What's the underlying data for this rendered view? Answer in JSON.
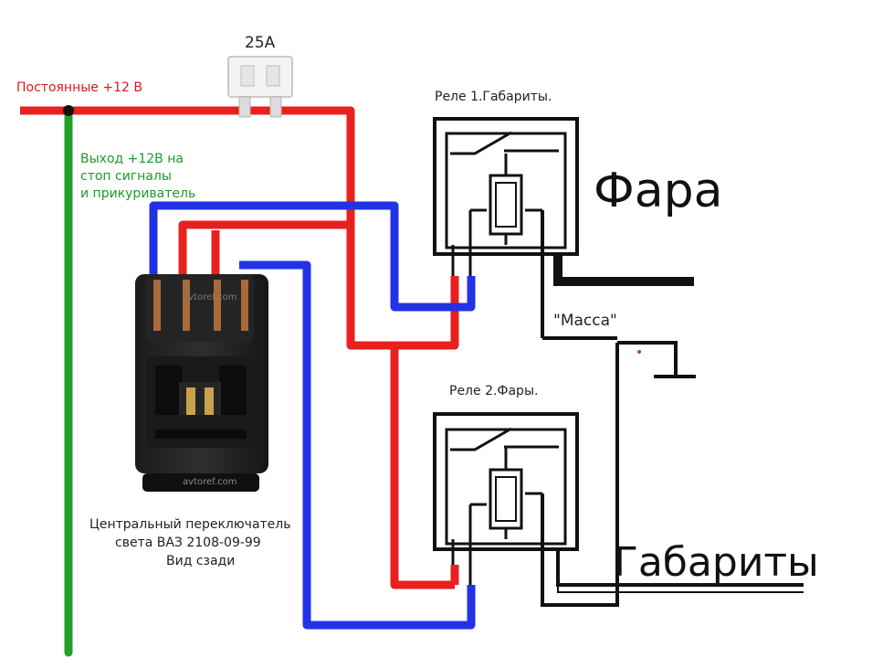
{
  "fuse": {
    "label": "25A"
  },
  "constant_power": {
    "label": "Постоянные +12 В"
  },
  "output": {
    "lines": [
      "Выход +12В на",
      "стоп сигналы",
      "и прикуриватель"
    ]
  },
  "relay1": {
    "label": "Реле 1.Габариты."
  },
  "relay2": {
    "label": "Реле 2.Фары."
  },
  "headlight": {
    "label": "Фара"
  },
  "ground": {
    "label": "\"Масса\""
  },
  "parking": {
    "label": "Габариты"
  },
  "watermark": {
    "label": "avtoref.com"
  },
  "switch_caption": {
    "lines": [
      "Центральный переключатель",
      "света ВАЗ 2108-09-99",
      "Вид сзади"
    ]
  },
  "colors": {
    "red": "#e8201f",
    "blue": "#2233e6",
    "green": "#22a02a",
    "black": "#111111"
  }
}
